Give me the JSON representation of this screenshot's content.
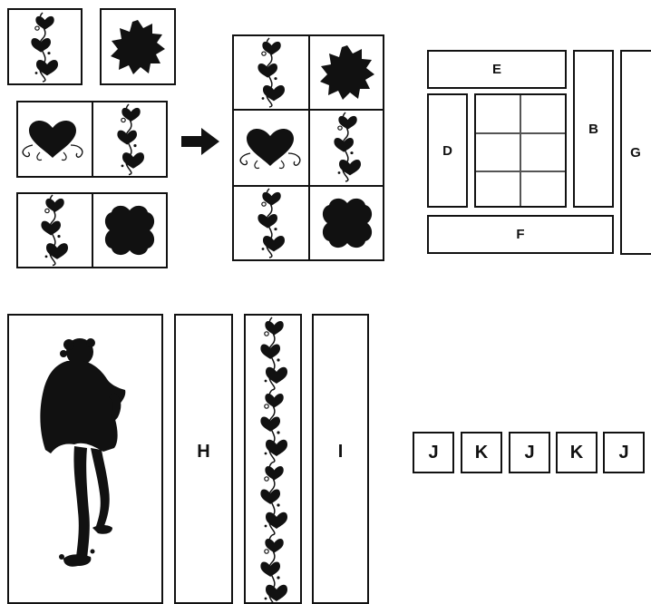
{
  "colors": {
    "ink": "#111111",
    "paper": "#ffffff"
  },
  "icons": {
    "vine": "ivy-vine-strip-icon",
    "star": "starburst-silhouette-icon",
    "heart": "flourish-heart-silhouette-icon",
    "quatrefoil": "quatrefoil-silhouette-icon",
    "arrow": "right-arrow-icon",
    "figure": "dancing-figure-silhouette-icon"
  },
  "layout_plan": {
    "labels": {
      "e": "E",
      "d": "D",
      "b": "B",
      "g": "G",
      "f": "F"
    }
  },
  "panel_strip": {
    "h": "H",
    "i": "I"
  },
  "tile_row": [
    "J",
    "K",
    "J",
    "K",
    "J"
  ]
}
